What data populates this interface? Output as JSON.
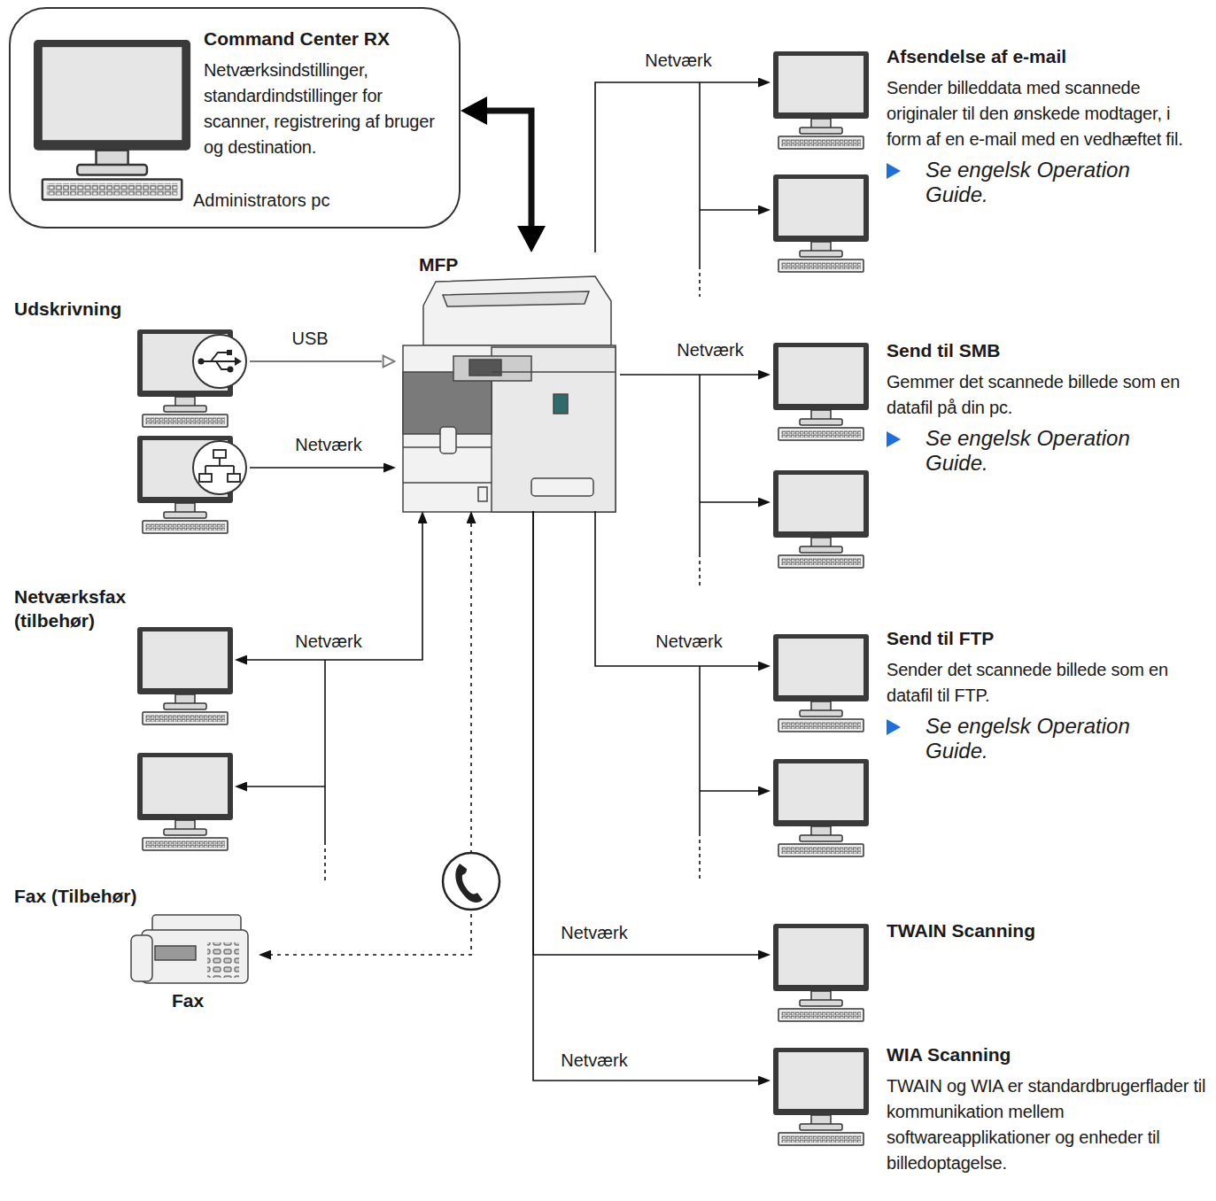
{
  "diagram": {
    "nodes": [
      {
        "text": [
          "Command Center RX",
          "Netværksindstillinger, standardindstillinger for scanner, registrering af bruger og destination.",
          "Administrators pc"
        ]
      },
      {
        "text": [
          "MFP"
        ]
      },
      {
        "text": [
          "Udskrivning"
        ]
      },
      {
        "text": [
          "Netværksfax (tilbehør)"
        ]
      },
      {
        "text": [
          "Fax (Tilbehør)",
          "Fax"
        ]
      },
      {
        "text": [
          "Afsendelse af e-mail",
          "Sender billeddata med scannede originaler til den ønskede modtager, i form af en e-mail med en vedhæftet fil.",
          "Se engelsk Operation Guide."
        ]
      },
      {
        "text": [
          "Send til SMB",
          "Gemmer det scannede billede som en datafil på din pc.",
          "Se engelsk Operation Guide."
        ]
      },
      {
        "text": [
          "Send til FTP",
          "Sender det scannede billede som en datafil til FTP.",
          "Se engelsk Operation Guide."
        ]
      },
      {
        "text": [
          "TWAIN Scanning"
        ]
      },
      {
        "text": [
          "WIA Scanning",
          "TWAIN og WIA er standardbrugerflader til kommunikation mellem softwareapplikationer og enheder til billedoptagelse."
        ]
      }
    ],
    "edges": [
      {
        "from": 0,
        "to": 1,
        "arrow": "both"
      },
      {
        "from": 2,
        "to": 1,
        "label": "USB",
        "arrow": "to"
      },
      {
        "from": 2,
        "to": 1,
        "label": "Netværk",
        "arrow": "to"
      },
      {
        "from": 1,
        "to": 3,
        "label": "Netværk",
        "arrow": "both"
      },
      {
        "from": 1,
        "to": 4,
        "arrow": "both"
      },
      {
        "from": 1,
        "to": 5,
        "label": "Netværk",
        "arrow": "to"
      },
      {
        "from": 1,
        "to": 6,
        "label": "Netværk",
        "arrow": "to"
      },
      {
        "from": 1,
        "to": 7,
        "label": "Netværk",
        "arrow": "to"
      },
      {
        "from": 1,
        "to": 8,
        "label": "Netværk",
        "arrow": "to"
      },
      {
        "from": 1,
        "to": 9,
        "label": "Netværk",
        "arrow": "to"
      }
    ]
  }
}
